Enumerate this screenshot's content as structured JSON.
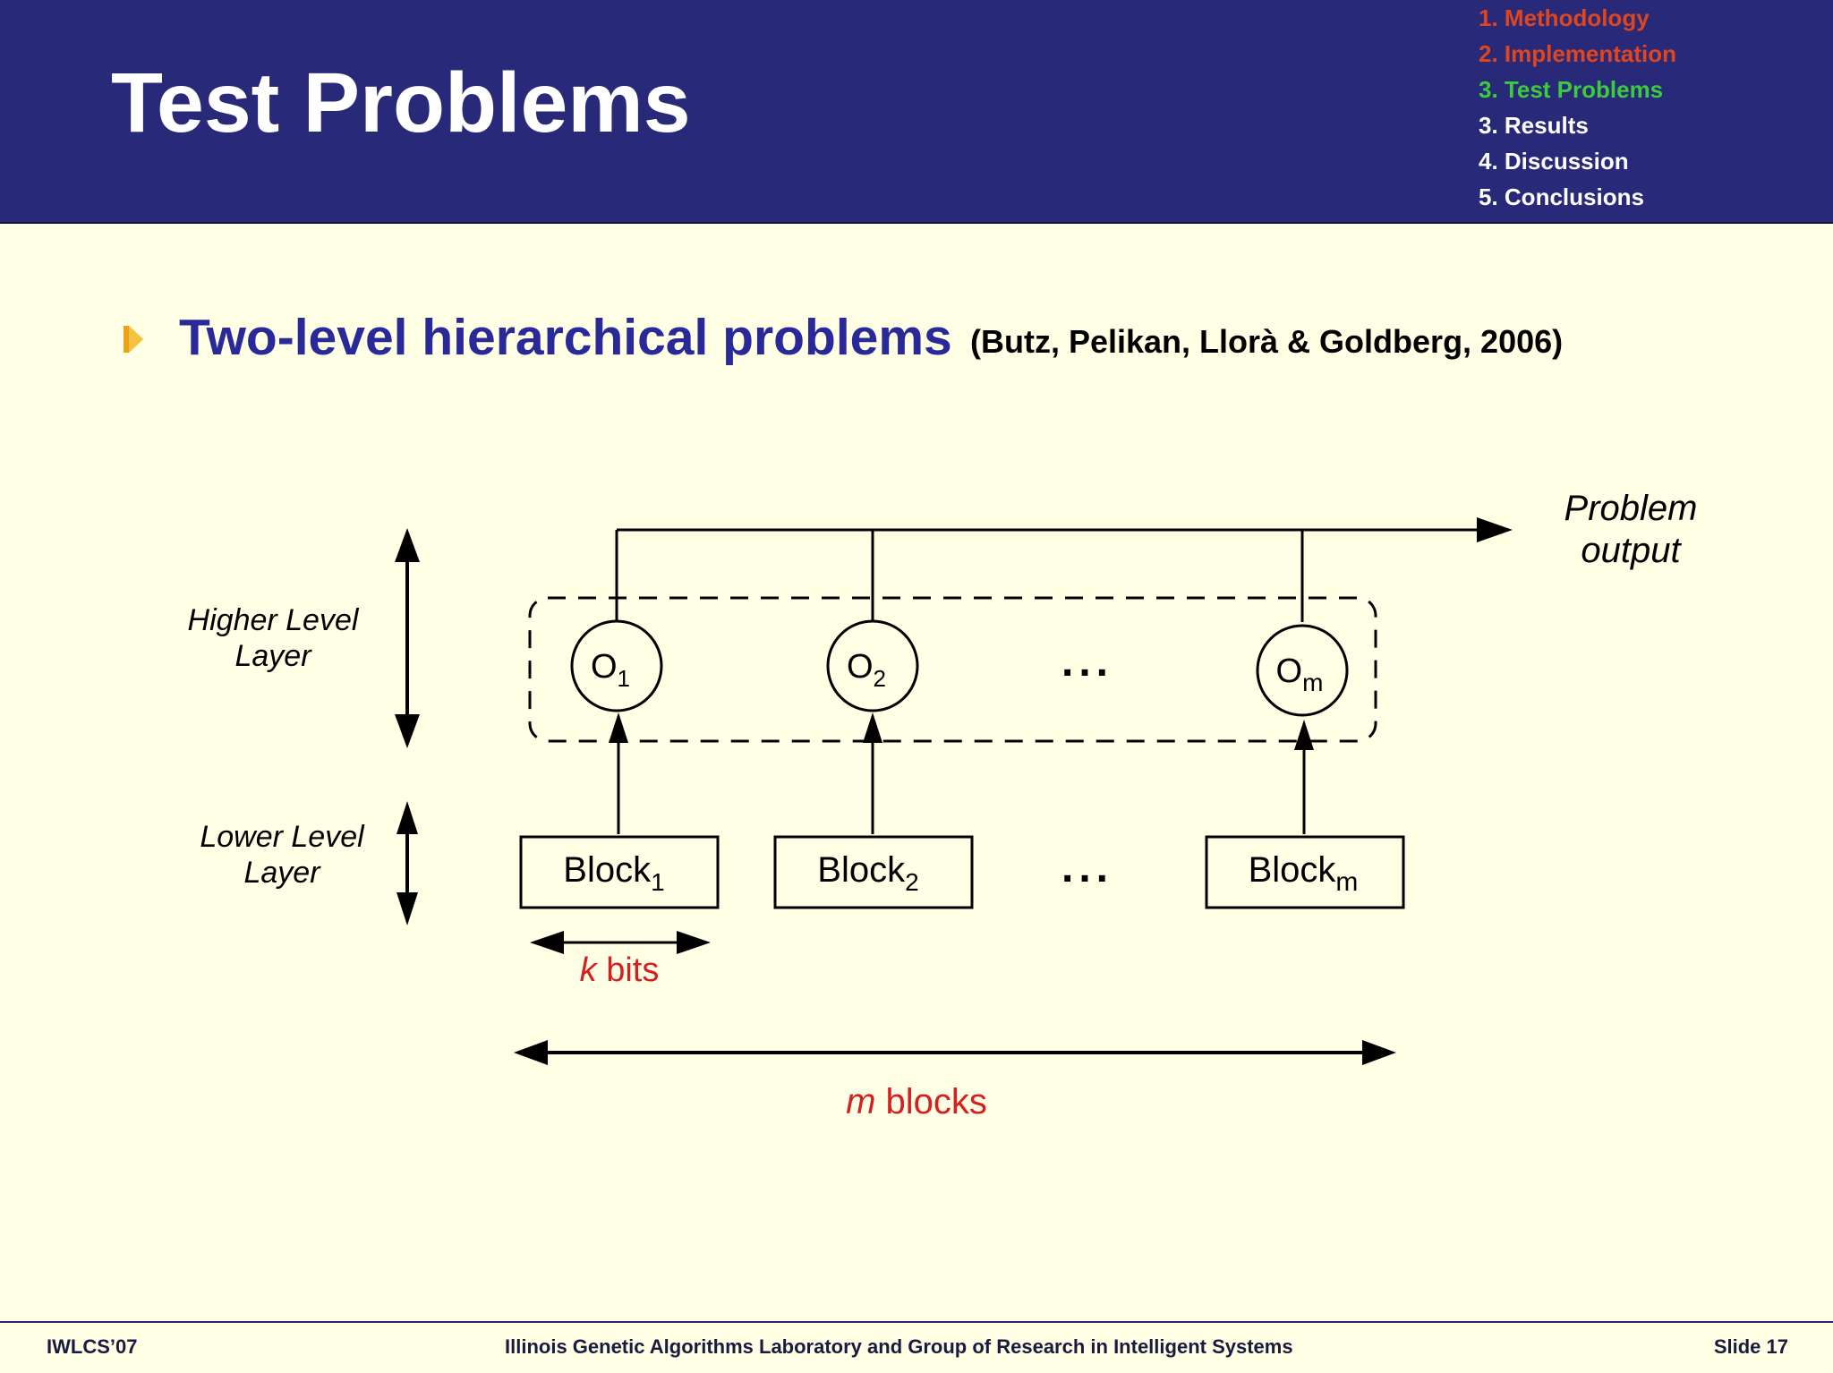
{
  "slide": {
    "title": "Test Problems",
    "nav": [
      {
        "label": "1. Methodology",
        "color": "#E0461E"
      },
      {
        "label": "2. Implementation",
        "color": "#E0461E"
      },
      {
        "label": "3. Test Problems",
        "color": "#3CCB3C"
      },
      {
        "label": "3. Results",
        "color": "#FFFFFF"
      },
      {
        "label": "4. Discussion",
        "color": "#FFFFFF"
      },
      {
        "label": "5. Conclusions",
        "color": "#FFFFFF"
      }
    ],
    "bullet": {
      "main": "Two-level hierarchical problems",
      "citation": "(Butz, Pelikan, Llorà & Goldberg, 2006)"
    }
  },
  "diagram": {
    "higher_layer_label": [
      "Higher Level",
      "Layer"
    ],
    "lower_layer_label": [
      "Lower Level",
      "Layer"
    ],
    "output_label": [
      "Problem",
      "output"
    ],
    "nodes": [
      {
        "base": "O",
        "sub": "1"
      },
      {
        "base": "O",
        "sub": "2"
      },
      {
        "base": "O",
        "sub": "m"
      }
    ],
    "blocks": [
      {
        "base": "Block",
        "sub": "1"
      },
      {
        "base": "Block",
        "sub": "2"
      },
      {
        "base": "Block",
        "sub": "m"
      }
    ],
    "ellipsis": "...",
    "k_bits": {
      "var": "k",
      "text": " bits"
    },
    "m_blocks": {
      "var": "m",
      "text": " blocks"
    }
  },
  "footer": {
    "left": "IWLCS’07",
    "center": "Illinois Genetic Algorithms Laboratory and Group of Research in Intelligent Systems",
    "right": "Slide 17"
  },
  "colors": {
    "header_bg": "#29297A",
    "slide_bg": "#FFFFE6",
    "accent_red": "#D42020",
    "bullet": "#E8A317"
  }
}
